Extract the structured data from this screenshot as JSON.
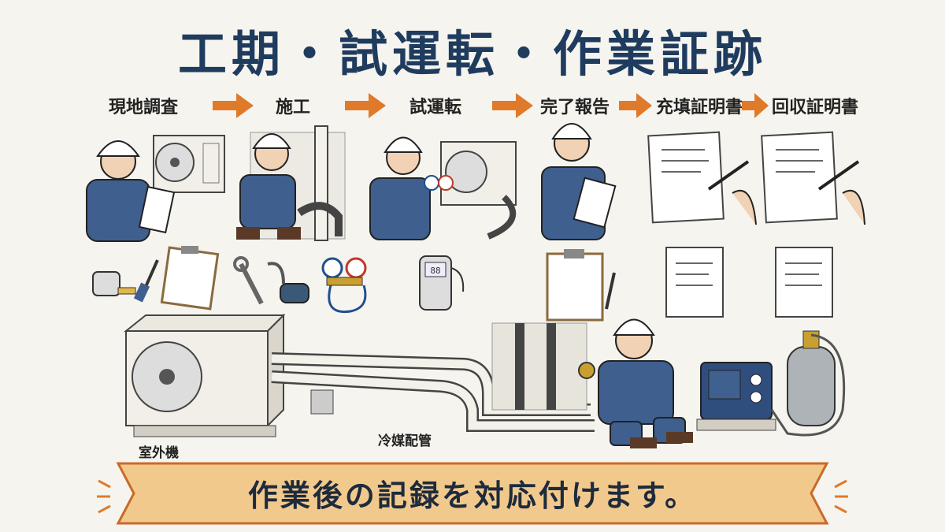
{
  "title": "工期・試運転・作業証跡",
  "steps": [
    {
      "label": "現地調査"
    },
    {
      "label": "施工"
    },
    {
      "label": "試運転"
    },
    {
      "label": "完了報告"
    },
    {
      "label": "充填証明書"
    },
    {
      "label": "回収証明書"
    }
  ],
  "labels": {
    "outdoor_unit": "室外機",
    "refrigerant_pipe": "冷媒配管",
    "gauge_display": "88"
  },
  "banner": {
    "text": "作業後の記録を対応付けます。"
  },
  "colors": {
    "title": "#1f3c5f",
    "arrow": "#e07a2b",
    "uniform": "#3f5f8f",
    "banner": "#f2c98d",
    "background": "#f6f4ee"
  }
}
